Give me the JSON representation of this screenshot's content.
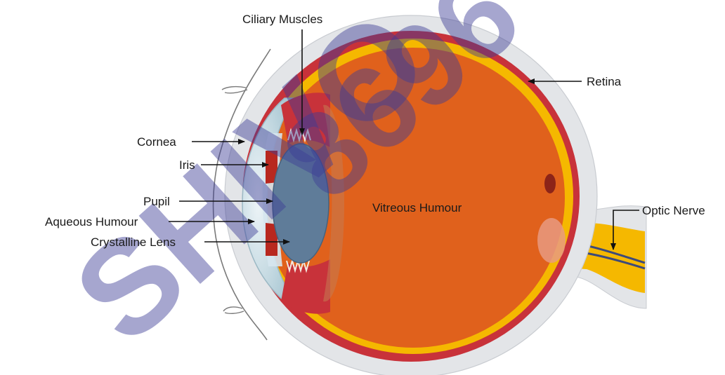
{
  "diagram": {
    "labels": {
      "ciliary_muscles": "Ciliary Muscles",
      "retina": "Retina",
      "cornea": "Cornea",
      "iris": "Iris",
      "pupil": "Pupil",
      "aqueous_humour": "Aqueous Humour",
      "crystalline_lens": "Crystalline Lens",
      "vitreous_humour": "Vitreous  Humour",
      "optic_nerve": "Optic Nerve"
    },
    "watermark": {
      "word": "SHIVO",
      "digits": "8696"
    },
    "colors": {
      "sclera": "#e3e5e8",
      "choroid": "#c8323a",
      "retina_layer": "#f5b800",
      "vitreous": "#e0611c",
      "lens": "#5f7c99",
      "cornea": "#c9dde6",
      "watermark": "#3c3c96"
    }
  }
}
